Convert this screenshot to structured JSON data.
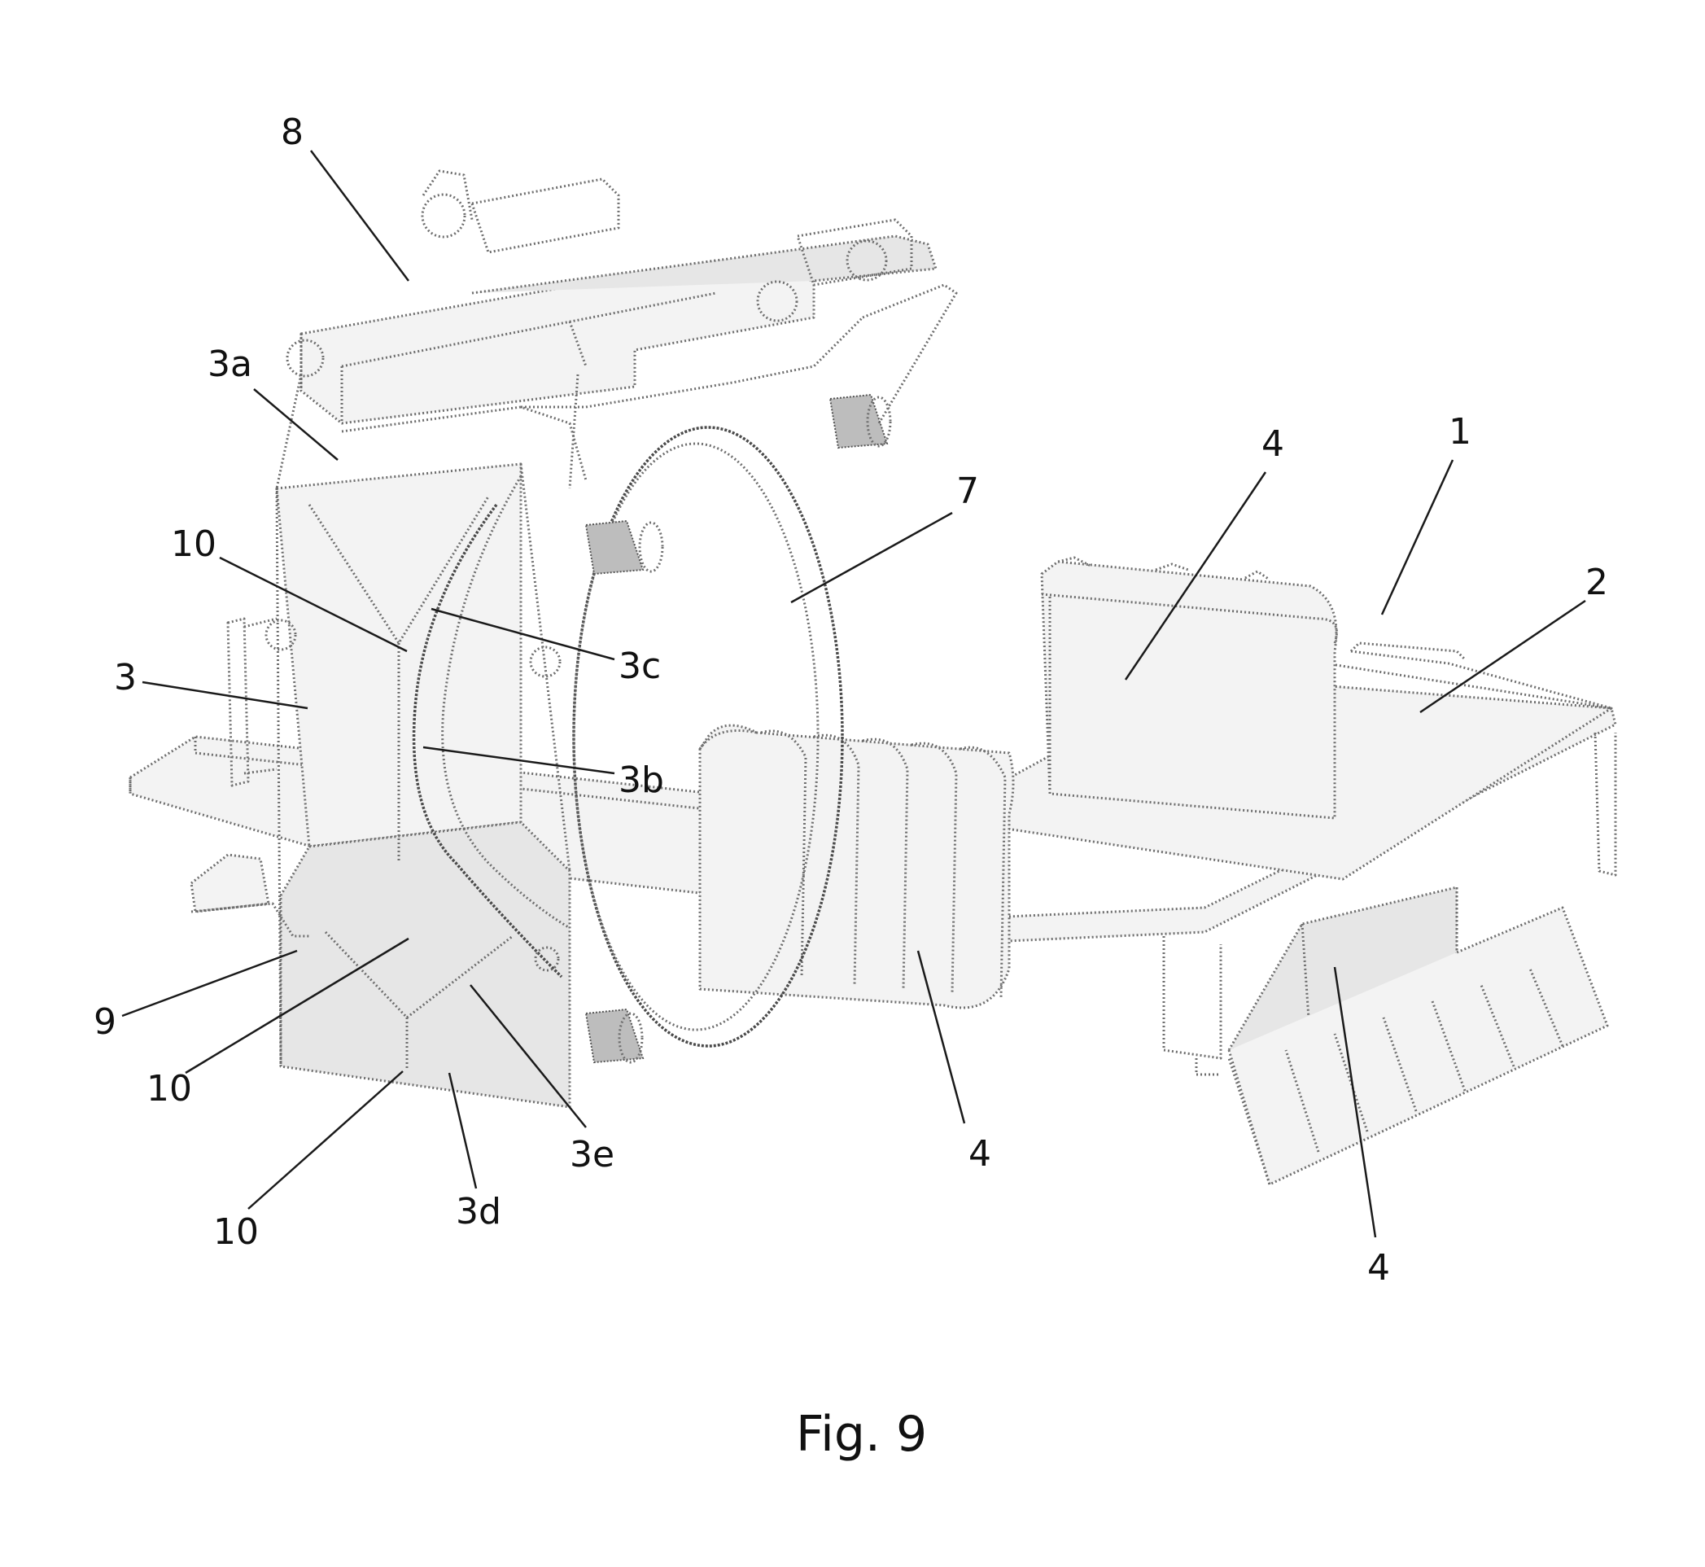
{
  "figure": {
    "caption": "Fig. 9",
    "labels": {
      "l1": "1",
      "l2": "2",
      "l3": "3",
      "l3a": "3a",
      "l3b": "3b",
      "l3c": "3c",
      "l3d": "3d",
      "l3e": "3e",
      "l4_top": "4",
      "l4_mid": "4",
      "l4_right": "4",
      "l7": "7",
      "l8": "8",
      "l9": "9",
      "l10_top": "10",
      "l10_mid": "10",
      "l10_bottom": "10"
    }
  }
}
